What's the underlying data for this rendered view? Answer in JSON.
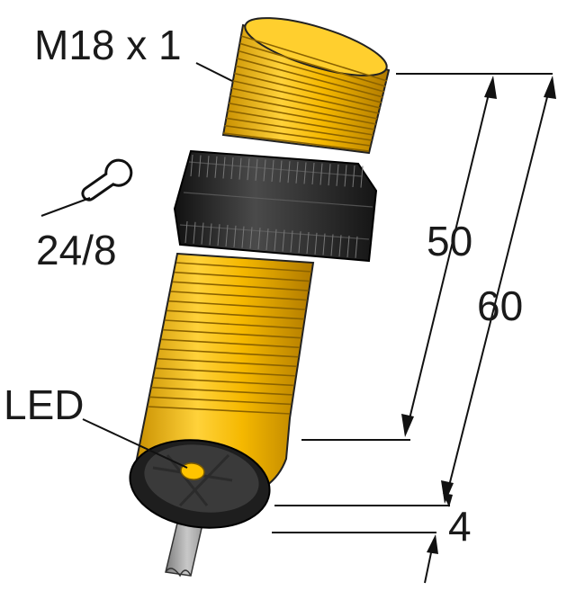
{
  "labels": {
    "thread": "M18 x 1",
    "wrench": "24/8",
    "led": "LED"
  },
  "dimensions": {
    "thread_length": "50",
    "total_length": "60",
    "cap_length": "4"
  },
  "colors": {
    "housing": "#f5b800",
    "housing_shadow": "#c88f00",
    "nut": "#2b2b2b",
    "cable": "#a9a9a9",
    "line": "#111111"
  }
}
